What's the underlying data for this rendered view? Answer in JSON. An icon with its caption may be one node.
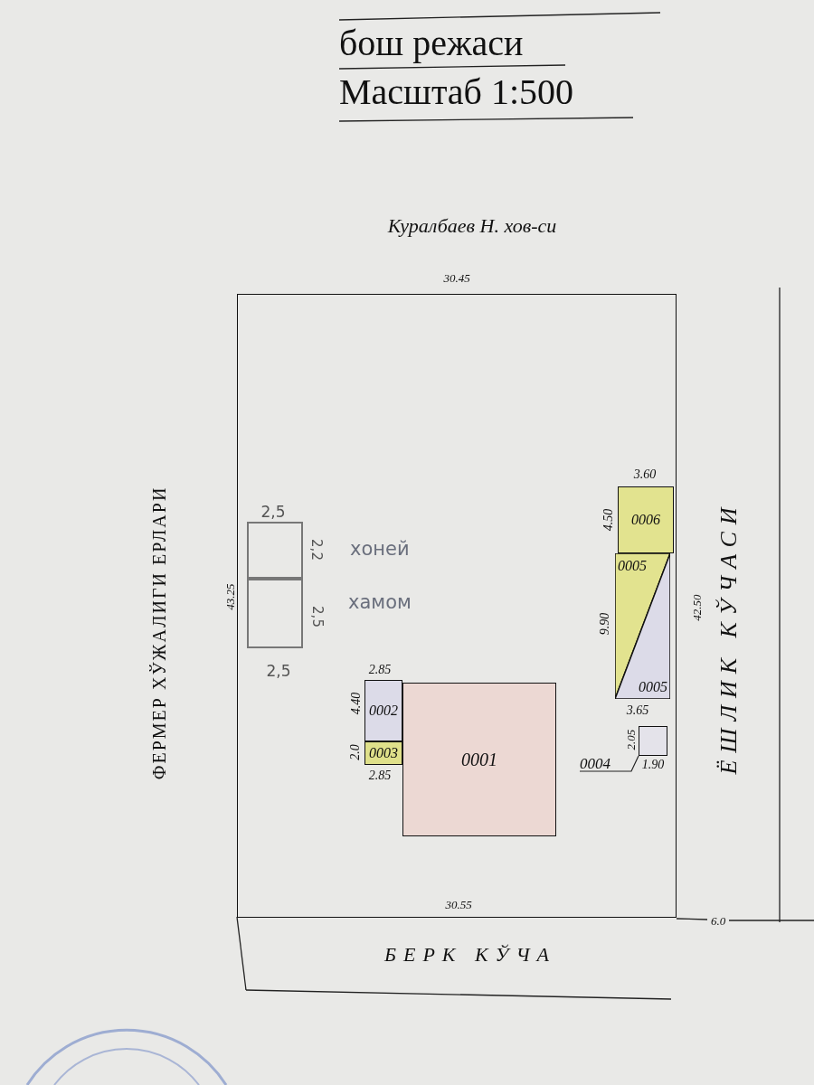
{
  "diagram": {
    "title": "бош режаси",
    "nodes": [
      {
        "text": [],
        "shape": "box"
      },
      {
        "text": [
          "0001"
        ],
        "in": 0
      },
      {
        "text": [
          "0002"
        ],
        "in": 0
      },
      {
        "text": [
          "0003"
        ],
        "in": 0
      },
      {
        "text": [
          "0006"
        ],
        "in": 0
      },
      {
        "text": [
          "0005"
        ],
        "in": 0
      },
      {
        "text": [
          "0005"
        ],
        "in": 0
      },
      {
        "text": [
          "0004"
        ],
        "in": 0
      },
      {
        "text": [],
        "shape": "box",
        "in": 0
      },
      {
        "text": [],
        "shape": "box",
        "in": 0,
        "beside": [
          "хоней"
        ]
      },
      {
        "text": [],
        "shape": "box",
        "in": 0,
        "beside": [
          "хамом"
        ]
      }
    ],
    "edges": [
      {
        "from": 7,
        "to": 8,
        "arrow": "none"
      }
    ],
    "labels": [
      "Масштаб 1:500",
      "Куралбаев Н. хов-си",
      "30.45",
      "2,5",
      "2,2",
      "43.25",
      "3.60",
      "4.50",
      "2,5",
      "9.90",
      "42.50",
      "2,5",
      "2.85",
      "4.40",
      "3.65",
      "2.05",
      "2.0",
      "2.85",
      "1.90",
      "ЁШЛИК КЎЧАСИ",
      "ФЕРМЕР ХЎЖАЛИГИ ЕРЛАРИ",
      "30.55",
      "6.0",
      "БЕРК КЎЧА"
    ]
  }
}
